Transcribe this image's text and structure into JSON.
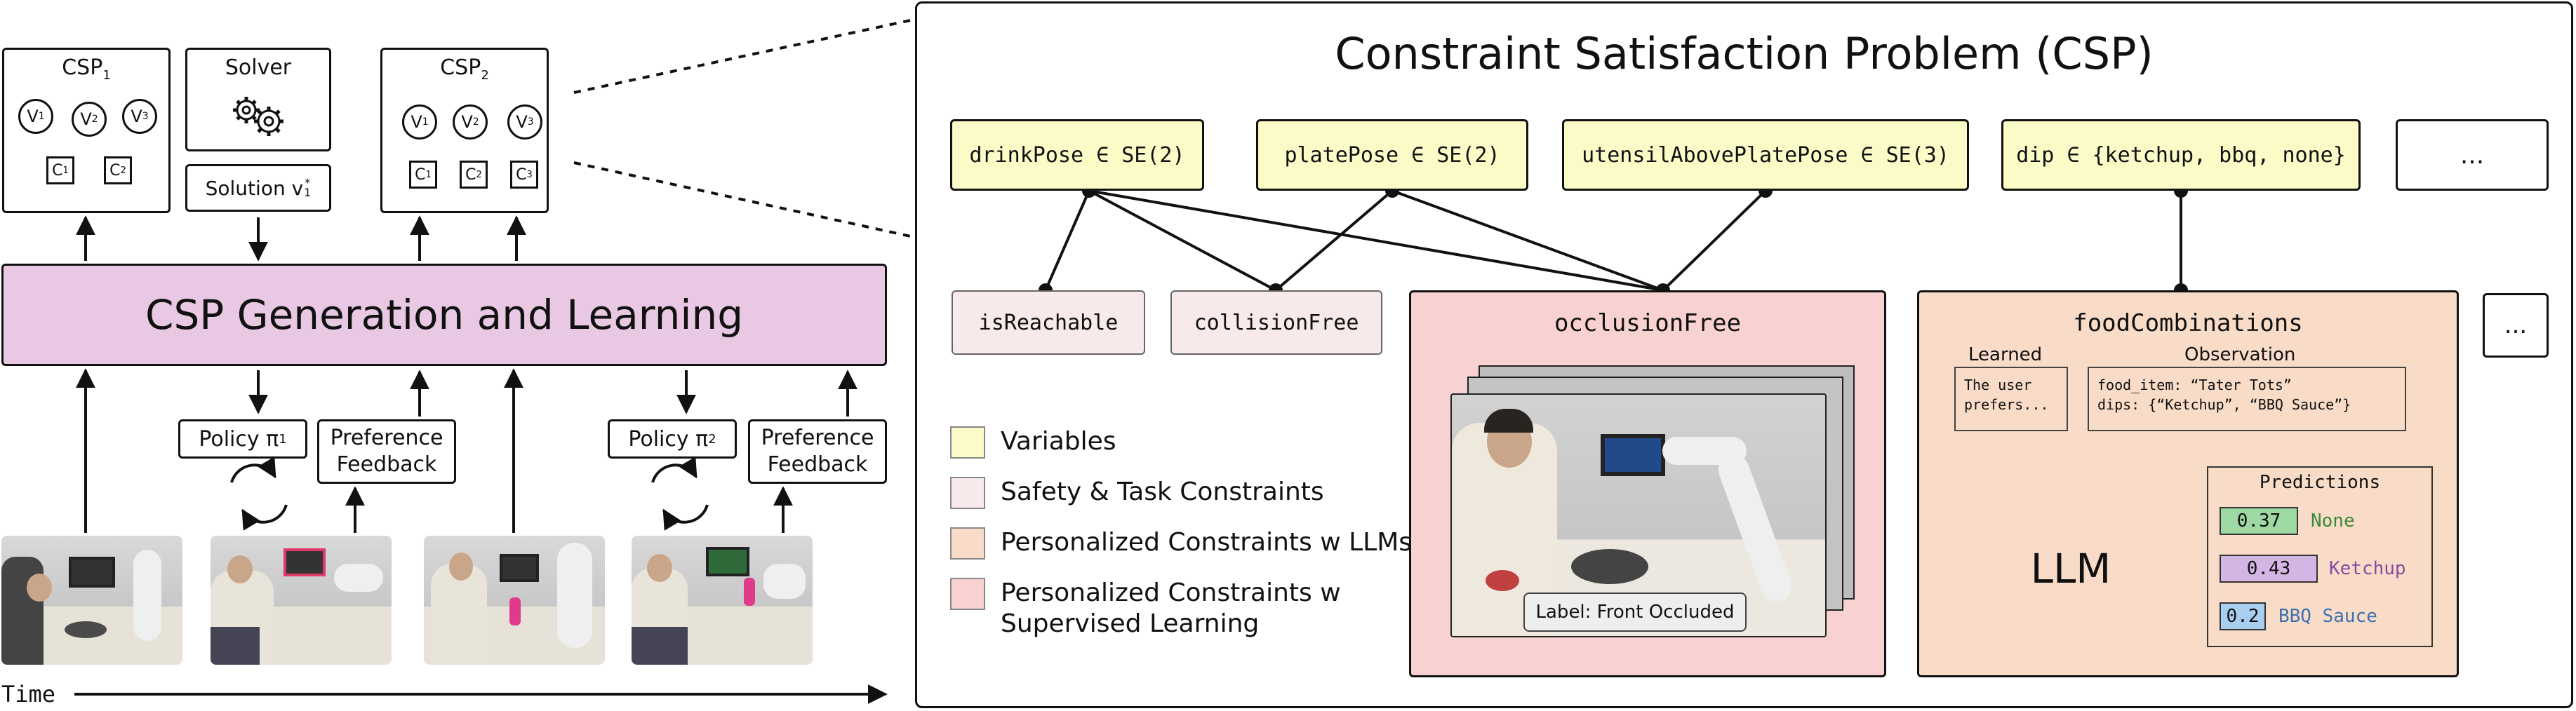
{
  "colors": {
    "variable": "#fbfbc8",
    "safety": "#f8eaea",
    "llm": "#f8dcc8",
    "supervised": "#f8d2d0",
    "generation": "#e8c8e2",
    "pred_none": "#9ed8a2",
    "pred_ketchup": "#d4b6e4",
    "pred_bbq": "#a8cef0",
    "text_none": "#3a8a3a",
    "text_ketchup": "#8a4aa0",
    "text_bbq": "#3a70b0"
  },
  "left": {
    "csp1": {
      "title": "CSP",
      "sub": "1",
      "vars": [
        "V",
        "V",
        "V"
      ],
      "var_subs": [
        "1",
        "2",
        "3"
      ],
      "cons": [
        "C",
        "C"
      ],
      "con_subs": [
        "1",
        "2"
      ]
    },
    "solver": {
      "label": "Solver",
      "icon": "gears-icon"
    },
    "solution": {
      "label": "Solution v",
      "sup": "*",
      "sub": "1"
    },
    "csp2": {
      "title": "CSP",
      "sub": "2",
      "vars": [
        "V",
        "V",
        "V"
      ],
      "var_subs": [
        "1",
        "2",
        "3"
      ],
      "cons": [
        "C",
        "C",
        "C"
      ],
      "con_subs": [
        "1",
        "2",
        "3"
      ]
    },
    "generation_label": "CSP Generation and Learning",
    "policy1": {
      "label": "Policy π",
      "sub": "1"
    },
    "policy2": {
      "label": "Policy π",
      "sub": "2"
    },
    "feedback1": "Preference\nFeedback",
    "feedback2": "Preference\nFeedback",
    "time_label": "Time"
  },
  "csp": {
    "title": "Constraint Satisfaction Problem (CSP)",
    "variables": [
      "drinkPose ∈ SE(2)",
      "platePose ∈ SE(2)",
      "utensilAbovePlatePose ∈ SE(3)",
      "dip ∈ {ketchup, bbq, none}",
      "..."
    ],
    "constraints": {
      "is_reachable": "isReachable",
      "collision_free": "collisionFree",
      "occlusion_free": "occlusionFree",
      "food_combinations": "foodCombinations",
      "more": "..."
    },
    "legend": [
      "Variables",
      "Safety & Task Constraints",
      "Personalized Constraints w LLMs",
      "Personalized Constraints w\nSupervised Learning"
    ],
    "occlusion_label": "Label: Front Occluded",
    "food": {
      "learned_header": "Learned",
      "observation_header": "Observation",
      "learned_text": "The user\nprefers...",
      "observation_text": "food_item: “Tater Tots”\ndips: {“Ketchup”, “BBQ Sauce”}",
      "llm_label": "LLM",
      "predictions_header": "Predictions",
      "predictions": [
        {
          "value": "0.37",
          "label": "None"
        },
        {
          "value": "0.43",
          "label": "Ketchup"
        },
        {
          "value": "0.2",
          "label": "BBQ Sauce"
        }
      ]
    }
  }
}
